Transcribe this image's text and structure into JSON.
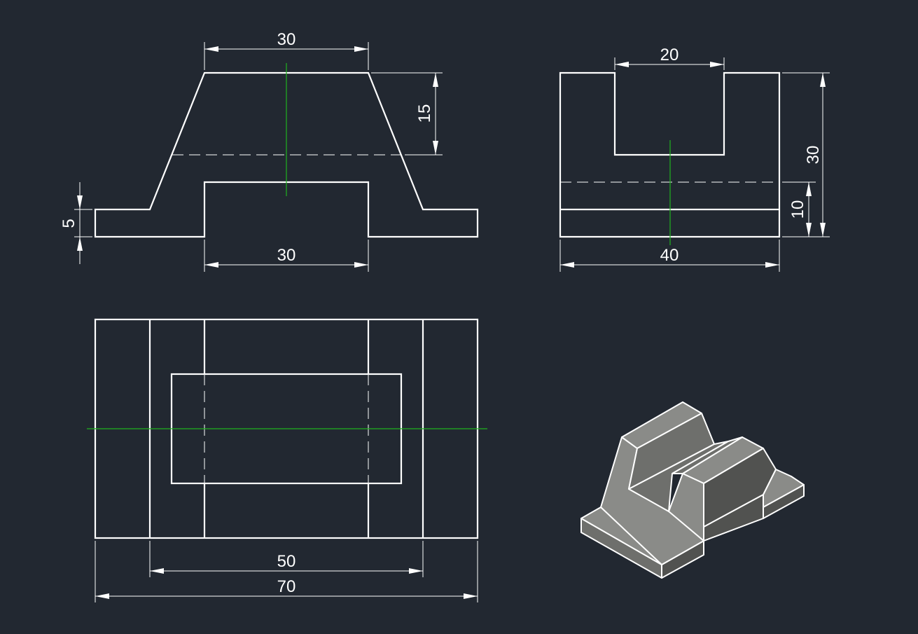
{
  "colors": {
    "background": "#222831",
    "lines": "#ffffff",
    "center_lines": "#1fb21f",
    "iso_face_light": "#8a8b88",
    "iso_face_mid": "#6e6f6c",
    "iso_face_dark": "#515250"
  },
  "front_view": {
    "dim_top_width": "30",
    "dim_trapezoid_height": "15",
    "dim_base_thickness": "5",
    "dim_slot_width": "30"
  },
  "side_view": {
    "dim_slot_width": "20",
    "dim_total_height": "30",
    "dim_base_height": "10",
    "dim_total_width": "40"
  },
  "top_view": {
    "dim_inner_width": "50",
    "dim_total_width": "70"
  }
}
